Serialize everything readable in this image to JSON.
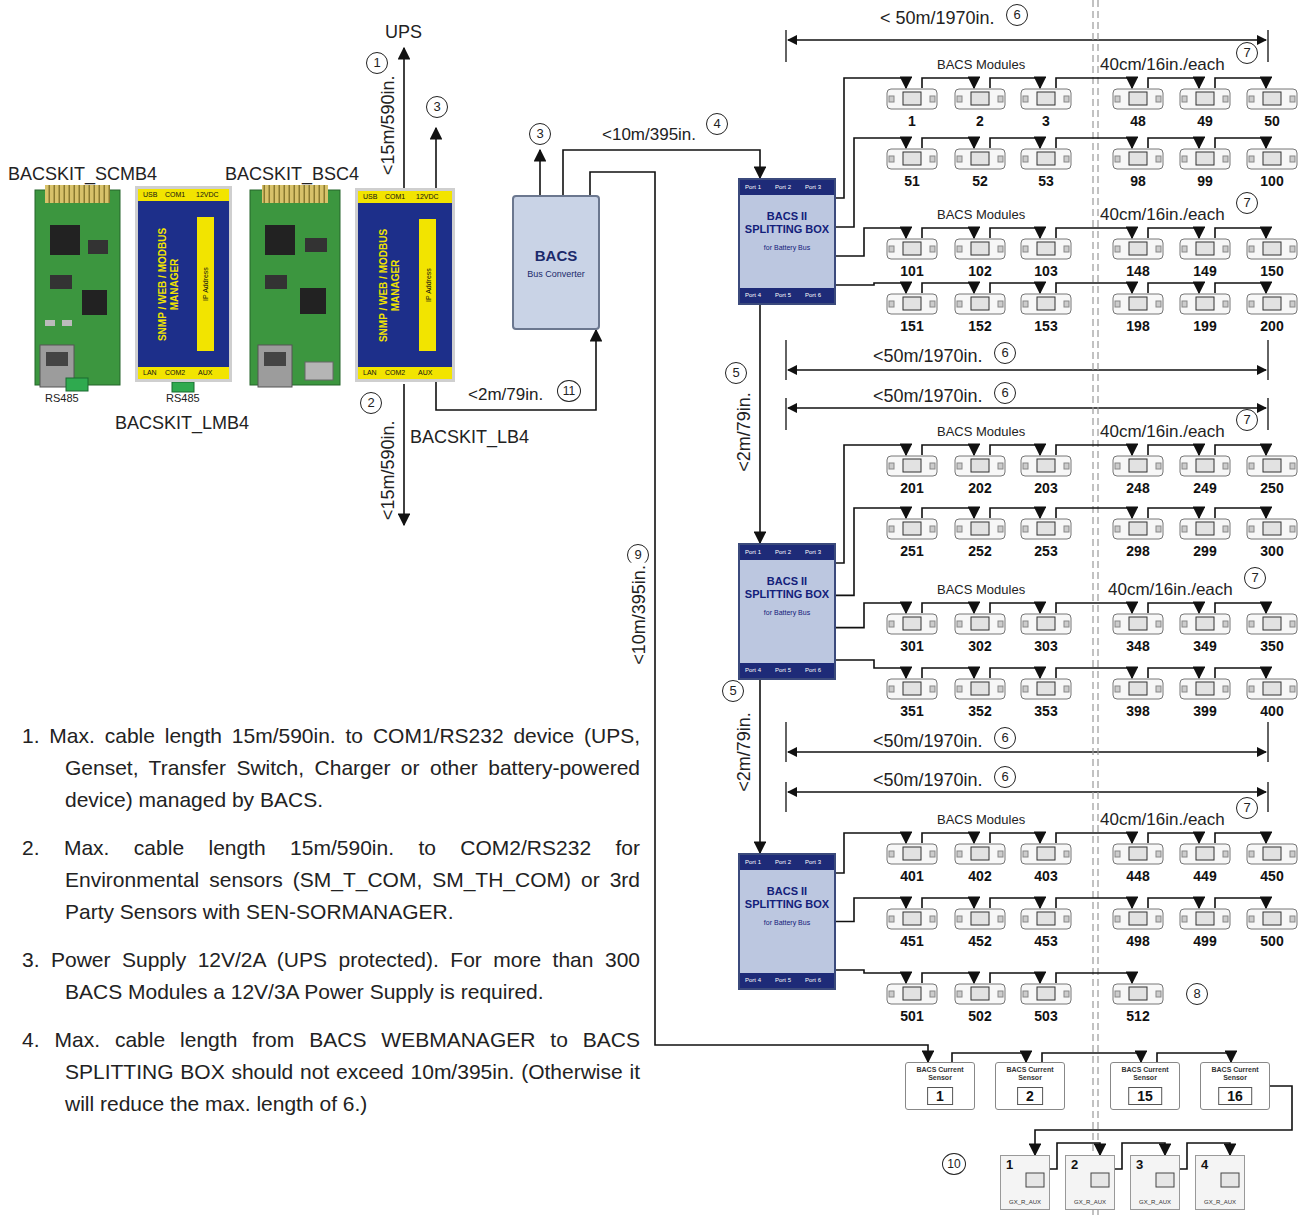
{
  "diagram": {
    "nodes": [
      {
        "text": [
          "USB",
          "COM1",
          "12VDC",
          "SNMP / WEB / MODBUS MANAGER",
          "IP Address",
          "LAN",
          "COM2",
          "AUX"
        ]
      },
      {
        "text": [
          "USB",
          "COM1",
          "12VDC",
          "SNMP / WEB / MODBUS MANAGER",
          "IP Address",
          "LAN",
          "COM2",
          "AUX"
        ]
      },
      {
        "text": [
          "BACS",
          "Bus Converter"
        ]
      },
      {
        "text": [
          "Port 1",
          "Port 2",
          "Port 3",
          "BACS II SPLITTING BOX",
          "for Battery Bus",
          "Port 4",
          "Port 5",
          "Port 6"
        ]
      },
      {
        "text": [
          "Port 1",
          "Port 2",
          "Port 3",
          "BACS II SPLITTING BOX",
          "for Battery Bus",
          "Port 4",
          "Port 5",
          "Port 6"
        ]
      },
      {
        "text": [
          "Port 1",
          "Port 2",
          "Port 3",
          "BACS II SPLITTING BOX",
          "for Battery Bus",
          "Port 4",
          "Port 5",
          "Port 6"
        ]
      },
      {
        "text": [
          "1"
        ]
      },
      {
        "text": [
          "2"
        ]
      },
      {
        "text": [
          "3"
        ]
      },
      {
        "text": [
          "48"
        ]
      },
      {
        "text": [
          "49"
        ]
      },
      {
        "text": [
          "50"
        ]
      },
      {
        "text": [
          "51"
        ]
      },
      {
        "text": [
          "52"
        ]
      },
      {
        "text": [
          "53"
        ]
      },
      {
        "text": [
          "98"
        ]
      },
      {
        "text": [
          "99"
        ]
      },
      {
        "text": [
          "100"
        ]
      },
      {
        "text": [
          "101"
        ]
      },
      {
        "text": [
          "102"
        ]
      },
      {
        "text": [
          "103"
        ]
      },
      {
        "text": [
          "148"
        ]
      },
      {
        "text": [
          "149"
        ]
      },
      {
        "text": [
          "150"
        ]
      },
      {
        "text": [
          "151"
        ]
      },
      {
        "text": [
          "152"
        ]
      },
      {
        "text": [
          "153"
        ]
      },
      {
        "text": [
          "198"
        ]
      },
      {
        "text": [
          "199"
        ]
      },
      {
        "text": [
          "200"
        ]
      },
      {
        "text": [
          "201"
        ]
      },
      {
        "text": [
          "202"
        ]
      },
      {
        "text": [
          "203"
        ]
      },
      {
        "text": [
          "248"
        ]
      },
      {
        "text": [
          "249"
        ]
      },
      {
        "text": [
          "250"
        ]
      },
      {
        "text": [
          "251"
        ]
      },
      {
        "text": [
          "252"
        ]
      },
      {
        "text": [
          "253"
        ]
      },
      {
        "text": [
          "298"
        ]
      },
      {
        "text": [
          "299"
        ]
      },
      {
        "text": [
          "300"
        ]
      },
      {
        "text": [
          "301"
        ]
      },
      {
        "text": [
          "302"
        ]
      },
      {
        "text": [
          "303"
        ]
      },
      {
        "text": [
          "348"
        ]
      },
      {
        "text": [
          "349"
        ]
      },
      {
        "text": [
          "350"
        ]
      },
      {
        "text": [
          "351"
        ]
      },
      {
        "text": [
          "352"
        ]
      },
      {
        "text": [
          "353"
        ]
      },
      {
        "text": [
          "398"
        ]
      },
      {
        "text": [
          "399"
        ]
      },
      {
        "text": [
          "400"
        ]
      },
      {
        "text": [
          "401"
        ]
      },
      {
        "text": [
          "402"
        ]
      },
      {
        "text": [
          "403"
        ]
      },
      {
        "text": [
          "448"
        ]
      },
      {
        "text": [
          "449"
        ]
      },
      {
        "text": [
          "450"
        ]
      },
      {
        "text": [
          "451"
        ]
      },
      {
        "text": [
          "452"
        ]
      },
      {
        "text": [
          "453"
        ]
      },
      {
        "text": [
          "498"
        ]
      },
      {
        "text": [
          "499"
        ]
      },
      {
        "text": [
          "500"
        ]
      },
      {
        "text": [
          "501"
        ]
      },
      {
        "text": [
          "502"
        ]
      },
      {
        "text": [
          "503"
        ]
      },
      {
        "text": [
          "512"
        ]
      },
      {
        "text": [
          "BACS Current Sensor",
          "1"
        ]
      },
      {
        "text": [
          "BACS Current Sensor",
          "2"
        ]
      },
      {
        "text": [
          "BACS Current Sensor",
          "15"
        ]
      },
      {
        "text": [
          "BACS Current Sensor",
          "16"
        ]
      },
      {
        "text": [
          "1",
          "GX_R_AUX"
        ]
      },
      {
        "text": [
          "2",
          "GX_R_AUX"
        ]
      },
      {
        "text": [
          "3",
          "GX_R_AUX"
        ]
      },
      {
        "text": [
          "4",
          "GX_R_AUX"
        ]
      }
    ],
    "edges": [
      {
        "from": 1,
        "to": 2,
        "arrow": "to",
        "label": "<2m/79in."
      },
      {
        "from": 2,
        "to": 3,
        "arrow": "to",
        "label": "<10m/395in."
      },
      {
        "from": 3,
        "to": 4,
        "arrow": "to",
        "label": "<2m/79in."
      },
      {
        "from": 4,
        "to": 5,
        "arrow": "to",
        "label": "<2m/79in."
      },
      {
        "from": 2,
        "to": 70,
        "arrow": "to",
        "label": "<10m/395in."
      },
      {
        "from": 3,
        "to": 6,
        "arrow": "to"
      },
      {
        "from": 3,
        "to": 12,
        "arrow": "to"
      },
      {
        "from": 3,
        "to": 18,
        "arrow": "to"
      },
      {
        "from": 3,
        "to": 24,
        "arrow": "to"
      },
      {
        "from": 4,
        "to": 30,
        "arrow": "to"
      },
      {
        "from": 4,
        "to": 36,
        "arrow": "to"
      },
      {
        "from": 4,
        "to": 42,
        "arrow": "to"
      },
      {
        "from": 4,
        "to": 48,
        "arrow": "to"
      },
      {
        "from": 5,
        "to": 54,
        "arrow": "to"
      },
      {
        "from": 5,
        "to": 60,
        "arrow": "to"
      },
      {
        "from": 5,
        "to": 66,
        "arrow": "to"
      },
      {
        "from": 6,
        "to": 7,
        "arrow": "to"
      },
      {
        "from": 7,
        "to": 8,
        "arrow": "to"
      },
      {
        "from": 8,
        "to": 9,
        "arrow": "to"
      },
      {
        "from": 9,
        "to": 10,
        "arrow": "to"
      },
      {
        "from": 10,
        "to": 11,
        "arrow": "to"
      },
      {
        "from": 12,
        "to": 13,
        "arrow": "to"
      },
      {
        "from": 13,
        "to": 14,
        "arrow": "to"
      },
      {
        "from": 14,
        "to": 15,
        "arrow": "to"
      },
      {
        "from": 15,
        "to": 16,
        "arrow": "to"
      },
      {
        "from": 16,
        "to": 17,
        "arrow": "to"
      },
      {
        "from": 18,
        "to": 19,
        "arrow": "to"
      },
      {
        "from": 19,
        "to": 20,
        "arrow": "to"
      },
      {
        "from": 20,
        "to": 21,
        "arrow": "to"
      },
      {
        "from": 21,
        "to": 22,
        "arrow": "to"
      },
      {
        "from": 22,
        "to": 23,
        "arrow": "to"
      },
      {
        "from": 24,
        "to": 25,
        "arrow": "to"
      },
      {
        "from": 25,
        "to": 26,
        "arrow": "to"
      },
      {
        "from": 26,
        "to": 27,
        "arrow": "to"
      },
      {
        "from": 27,
        "to": 28,
        "arrow": "to"
      },
      {
        "from": 28,
        "to": 29,
        "arrow": "to"
      },
      {
        "from": 30,
        "to": 31,
        "arrow": "to"
      },
      {
        "from": 31,
        "to": 32,
        "arrow": "to"
      },
      {
        "from": 32,
        "to": 33,
        "arrow": "to"
      },
      {
        "from": 33,
        "to": 34,
        "arrow": "to"
      },
      {
        "from": 34,
        "to": 35,
        "arrow": "to"
      },
      {
        "from": 36,
        "to": 37,
        "arrow": "to"
      },
      {
        "from": 37,
        "to": 38,
        "arrow": "to"
      },
      {
        "from": 38,
        "to": 39,
        "arrow": "to"
      },
      {
        "from": 39,
        "to": 40,
        "arrow": "to"
      },
      {
        "from": 40,
        "to": 41,
        "arrow": "to"
      },
      {
        "from": 42,
        "to": 43,
        "arrow": "to"
      },
      {
        "from": 43,
        "to": 44,
        "arrow": "to"
      },
      {
        "from": 44,
        "to": 45,
        "arrow": "to"
      },
      {
        "from": 45,
        "to": 46,
        "arrow": "to"
      },
      {
        "from": 46,
        "to": 47,
        "arrow": "to"
      },
      {
        "from": 48,
        "to": 49,
        "arrow": "to"
      },
      {
        "from": 49,
        "to": 50,
        "arrow": "to"
      },
      {
        "from": 50,
        "to": 51,
        "arrow": "to"
      },
      {
        "from": 51,
        "to": 52,
        "arrow": "to"
      },
      {
        "from": 52,
        "to": 53,
        "arrow": "to"
      },
      {
        "from": 54,
        "to": 55,
        "arrow": "to"
      },
      {
        "from": 55,
        "to": 56,
        "arrow": "to"
      },
      {
        "from": 56,
        "to": 57,
        "arrow": "to"
      },
      {
        "from": 57,
        "to": 58,
        "arrow": "to"
      },
      {
        "from": 58,
        "to": 59,
        "arrow": "to"
      },
      {
        "from": 60,
        "to": 61,
        "arrow": "to"
      },
      {
        "from": 61,
        "to": 62,
        "arrow": "to"
      },
      {
        "from": 62,
        "to": 63,
        "arrow": "to"
      },
      {
        "from": 63,
        "to": 64,
        "arrow": "to"
      },
      {
        "from": 64,
        "to": 65,
        "arrow": "to"
      },
      {
        "from": 66,
        "to": 67,
        "arrow": "to"
      },
      {
        "from": 67,
        "to": 68,
        "arrow": "to"
      },
      {
        "from": 68,
        "to": 69,
        "arrow": "to"
      },
      {
        "from": 70,
        "to": 71,
        "arrow": "to"
      },
      {
        "from": 71,
        "to": 72,
        "arrow": "to"
      },
      {
        "from": 72,
        "to": 73,
        "arrow": "to"
      },
      {
        "from": 73,
        "to": 74,
        "arrow": "to"
      },
      {
        "from": 74,
        "to": 75,
        "arrow": "to"
      },
      {
        "from": 75,
        "to": 76,
        "arrow": "to"
      },
      {
        "from": 76,
        "to": 77,
        "arrow": "to"
      }
    ],
    "labels": [
      "BACSKIT_SCMB4",
      "RS485",
      "BACSKIT_BSC4",
      "BACSKIT_LMB4",
      "RS485",
      "BACSKIT_LB4",
      "UPS",
      "1",
      "<15m/590in.",
      "3",
      "2",
      "<15m/590in.",
      "11",
      "3",
      "4",
      "9",
      "5",
      "5",
      "< 50m/1970in.",
      "6",
      "BACS Modules",
      "40cm/16in./each",
      "7",
      "<50m/1970in.",
      "6",
      "BACS Modules",
      "40cm/16in./each",
      "7",
      "<50m/1970in.",
      "6",
      "BACS Modules",
      "40cm/16in./each",
      "7",
      "<50m/1970in.",
      "6",
      "BACS Modules",
      "40cm/16in./each",
      "7",
      "<50m/1970in.",
      "6",
      "BACS Modules",
      "40cm/16in./each",
      "7",
      "8",
      "10",
      "1. Max. cable length 15m/590in. to COM1/RS232 device (UPS, Genset, Transfer Switch, Charger or other battery-powered device) managed by BACS.",
      "2. Max. cable length 15m/590in. to COM2/RS232 for Environmental sensors (SM_T_COM, SM_TH_COM) or 3rd Party Sensors with SEN-SORMANAGER.",
      "3. Power Supply 12V/2A (UPS protected). For more than 300 BACS Modules a 12V/3A Power Supply is required.",
      "4. Max. cable length from BACS WEBMANAGER to BACS SPLITTING BOX should not exceed 10m/395in. (Otherwise it will reduce the max. length of 6.)"
    ]
  }
}
